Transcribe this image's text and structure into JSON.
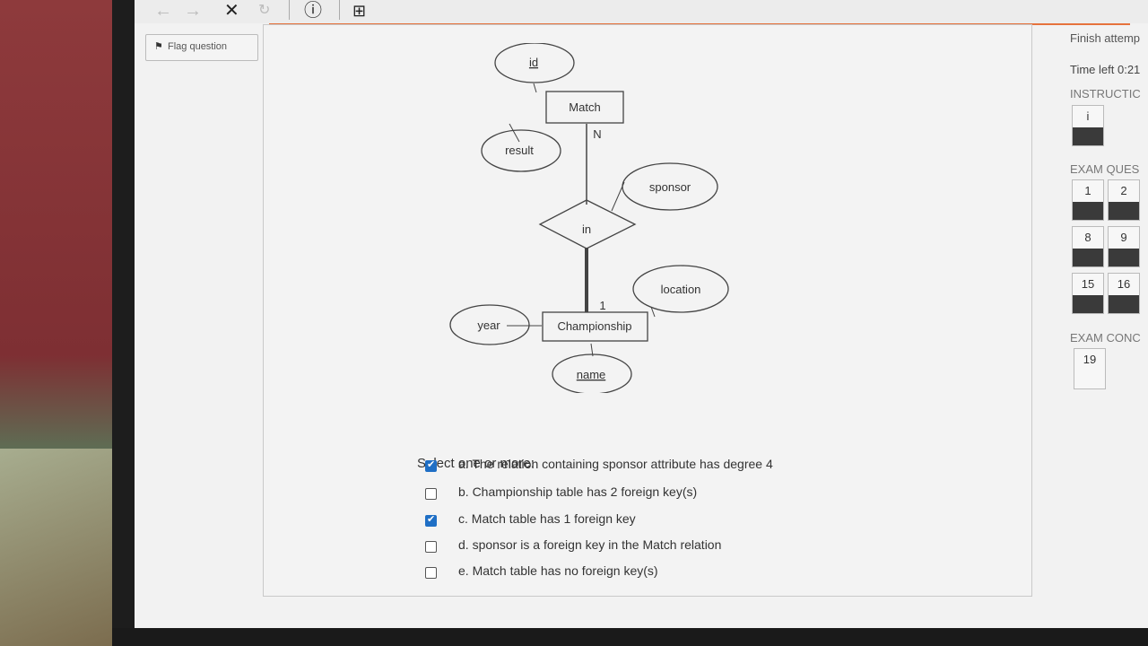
{
  "toolbar": {
    "close_symbol": "✕",
    "info_symbol": "ⓘ",
    "add_page_symbol": "⊞"
  },
  "flag": {
    "label": "Flag question",
    "icon": "flag-icon"
  },
  "diagram": {
    "match_entity": "Match",
    "id_attr": "id",
    "result_attr": "result",
    "relationship": "in",
    "sponsor_attr": "sponsor",
    "cardinality_n": "N",
    "cardinality_1": "1",
    "location_attr": "location",
    "championship_entity": "Championship",
    "year_attr": "year",
    "name_attr": "name"
  },
  "question": {
    "prompt": "Select one or more:",
    "options": [
      {
        "label": "a. The relation containing sponsor attribute has degree 4",
        "checked": true
      },
      {
        "label": "b. Championship table has 2 foreign key(s)",
        "checked": false
      },
      {
        "label": "c. Match table has 1 foreign key",
        "checked": true
      },
      {
        "label": "d. sponsor is a foreign key in the Match relation",
        "checked": false
      },
      {
        "label": "e. Match table has no foreign key(s)",
        "checked": false
      }
    ]
  },
  "sidebar": {
    "finish": "Finish attemp",
    "time_left": "Time left 0:21",
    "instructions_heading": "INSTRUCTIC",
    "instruction_btn": "i",
    "exam_questions_heading": "EXAM QUES",
    "questions": [
      "1",
      "2",
      "8",
      "9",
      "15",
      "16"
    ],
    "exam_conc_heading": "EXAM CONC",
    "conc_question": "19"
  }
}
